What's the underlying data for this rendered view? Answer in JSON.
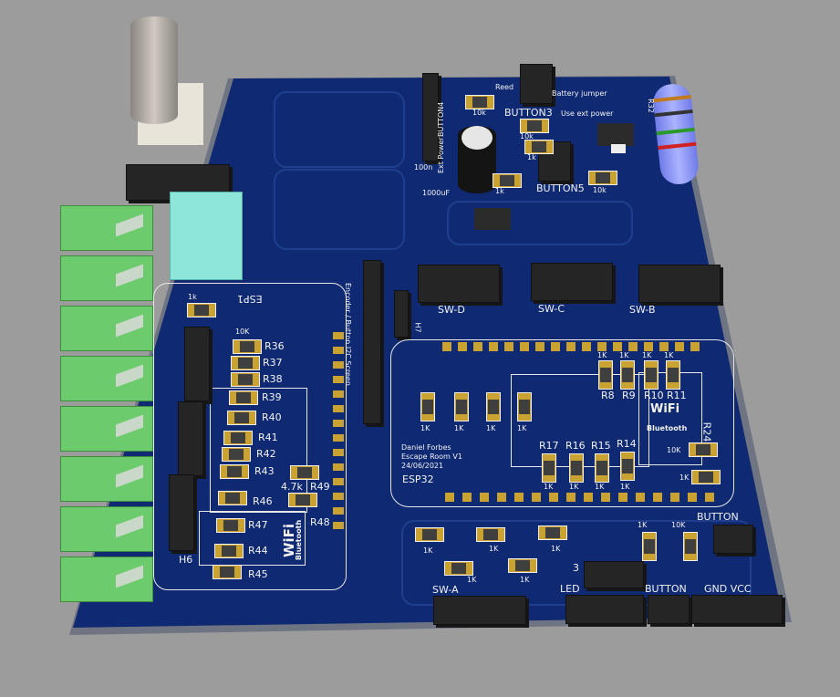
{
  "board": {
    "colors": {
      "pcb": "#0f2a72",
      "silkscreen": "#f2f2f2",
      "pads": "#c9a232",
      "terminal": "#6ccb6c"
    },
    "top": {
      "reed": "Reed",
      "battery_jumper": "Battery jumper",
      "use_ext_power": "Use ext power",
      "button3": "BUTTON3",
      "button4": "BUTTON4",
      "ext_power": "Ext Power",
      "button5": "BUTTON5",
      "r32": "R32",
      "cap_100n": "100n",
      "cap_1000uf": "1000uF",
      "val_10k_a": "10k",
      "val_10k_b": "10k",
      "val_1k_a": "1k",
      "val_1k_b": "1k",
      "val_10k_c": "10k"
    },
    "headers": {
      "sw_d": "SW-D",
      "sw_c": "SW-C",
      "sw_b": "SW-B",
      "h7": "H7",
      "encoder": "Encoder / Button   I2C Screen",
      "h6": "H6",
      "button": "BUTTON",
      "sw_a": "SW-A",
      "led": "LED",
      "button_b": "BUTTON",
      "gnd_vcc": "GND VCC",
      "h3": "3"
    },
    "module": {
      "esp1": "ESP1",
      "r5_val": "1k",
      "r36_val": "10K",
      "resistors": [
        "R36",
        "R37",
        "R38",
        "R39",
        "R40",
        "R41",
        "R42",
        "R43",
        "R46",
        "R47",
        "R44",
        "R45"
      ],
      "r49": "R49",
      "r49_val": "4.7k",
      "r48": "R48",
      "wifi": "WiFi",
      "bluetooth": "Bluetooth"
    },
    "esp": {
      "author": "Daniel Forbes",
      "project": "Escape Room V1",
      "date": "24/06/2021",
      "name": "ESP32",
      "top_res": [
        "R8",
        "R9",
        "R10",
        "R11"
      ],
      "bottom_res": [
        "R17",
        "R16",
        "R15",
        "R14"
      ],
      "val_1k": "1K",
      "val_10k": "10K",
      "r24": "R24",
      "wifi": "WiFi",
      "bluetooth": "Bluetooth"
    },
    "lower": {
      "val_1k": "1K",
      "val_10k": "10K"
    }
  }
}
